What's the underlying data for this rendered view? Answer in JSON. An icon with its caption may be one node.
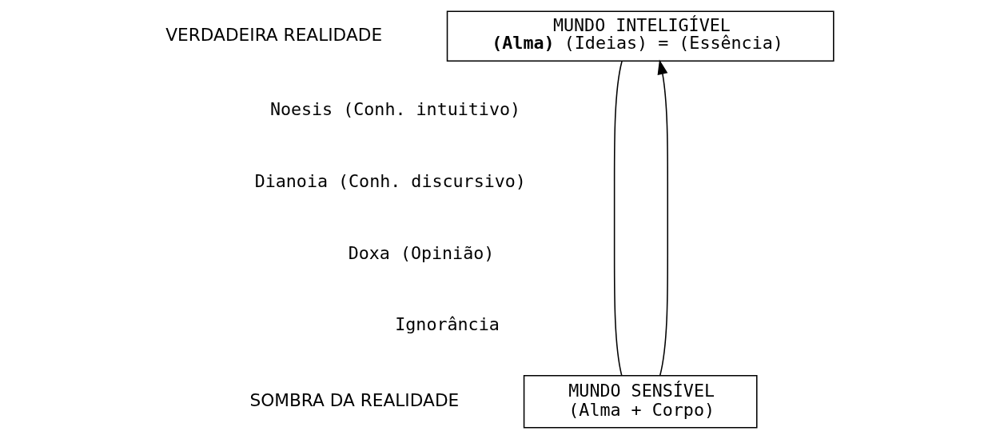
{
  "diagram": {
    "nodes": [
      {
        "text": [
          "MUNDO INTELIGÍVEL",
          "**(Alma)**  (Ideias) = (Essência)"
        ]
      },
      {
        "text": [
          "MUNDO SENSÍVEL",
          "(Alma + Corpo)"
        ]
      }
    ],
    "edges": [
      {
        "from": 1,
        "to": 0,
        "arrow": "none"
      },
      {
        "from": 1,
        "to": 0,
        "arrow": "to"
      }
    ],
    "labels": [
      "VERDADEIRA REALIDADE",
      "Noesis (Conh. intuitivo)",
      "Dianoia (Conh. discursivo)",
      "Doxa (Opinião)",
      "Ignorância",
      "SOMBRA DA REALIDADE"
    ]
  }
}
